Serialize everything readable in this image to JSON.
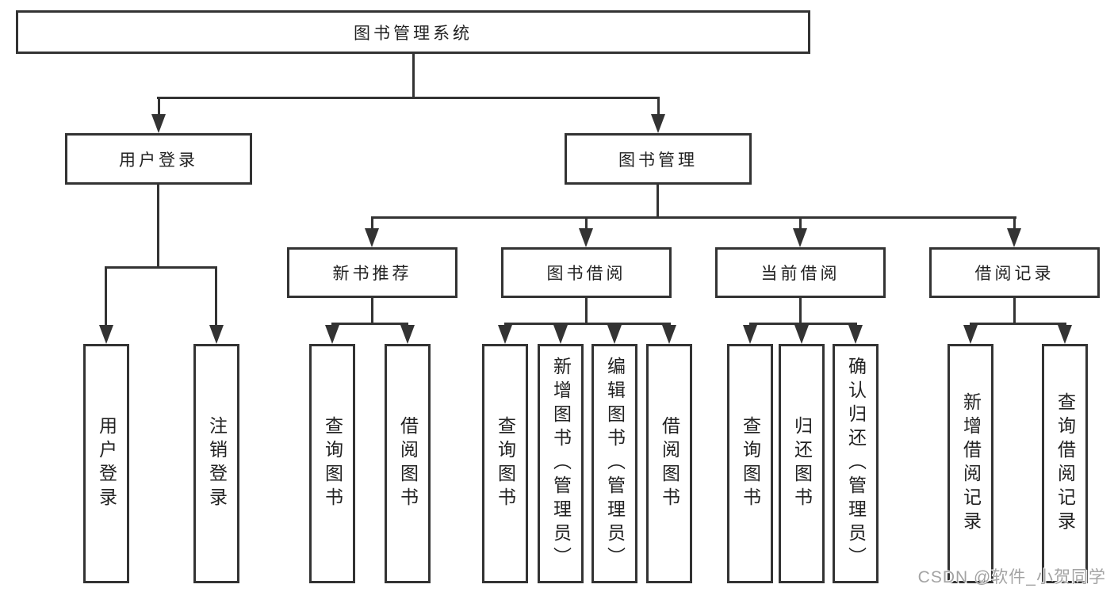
{
  "tree": {
    "label": "图书管理系统",
    "children": [
      {
        "label": "用户登录",
        "children": [
          {
            "label": "用户登录"
          },
          {
            "label": "注销登录"
          }
        ]
      },
      {
        "label": "图书管理",
        "children": [
          {
            "label": "新书推荐",
            "children": [
              {
                "label": "查询图书"
              },
              {
                "label": "借阅图书"
              }
            ]
          },
          {
            "label": "图书借阅",
            "children": [
              {
                "label": "查询图书"
              },
              {
                "label": "新增图书（管理员）"
              },
              {
                "label": "编辑图书（管理员）"
              },
              {
                "label": "借阅图书"
              }
            ]
          },
          {
            "label": "当前借阅",
            "children": [
              {
                "label": "查询图书"
              },
              {
                "label": "归还图书"
              },
              {
                "label": "确认归还（管理员）"
              }
            ]
          },
          {
            "label": "借阅记录",
            "children": [
              {
                "label": "新增借阅记录"
              },
              {
                "label": "查询借阅记录"
              }
            ]
          }
        ]
      }
    ]
  },
  "watermark": {
    "text": "CSDN @软件_小贺同学"
  },
  "colors": {
    "line": "#333333",
    "box_border": "#333333",
    "text": "#222222",
    "watermark": "#a3a3a3",
    "background": "#ffffff"
  }
}
